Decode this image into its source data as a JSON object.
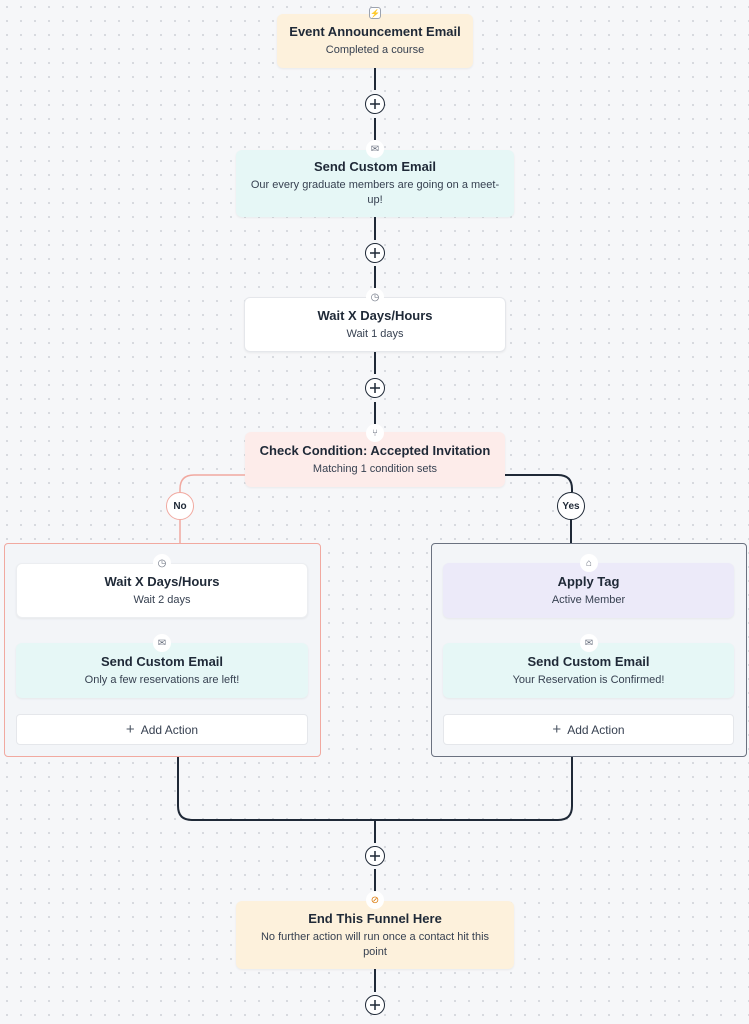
{
  "nodes": {
    "trigger": {
      "title": "Event Announcement Email",
      "subtitle": "Completed a course",
      "icon": "lightning-icon"
    },
    "email1": {
      "title": "Send Custom Email",
      "subtitle": "Our every graduate members are going on a meet-up!",
      "icon": "email-icon"
    },
    "wait1": {
      "title": "Wait X Days/Hours",
      "subtitle": "Wait 1 days",
      "icon": "clock-icon"
    },
    "condition": {
      "title": "Check Condition: Accepted Invitation",
      "subtitle": "Matching 1 condition sets",
      "icon": "branch-icon"
    },
    "end": {
      "title": "End This Funnel Here",
      "subtitle": "No further action will run once a contact hit this point",
      "icon": "stop-icon"
    }
  },
  "branches": {
    "no": {
      "label": "No",
      "color": "#f1a9a0",
      "wait": {
        "title": "Wait X Days/Hours",
        "subtitle": "Wait 2 days"
      },
      "email": {
        "title": "Send Custom Email",
        "subtitle": "Only a few reservations are left!"
      },
      "add_action": "Add Action"
    },
    "yes": {
      "label": "Yes",
      "color": "#1f2937",
      "tag": {
        "title": "Apply Tag",
        "subtitle": "Active Member"
      },
      "email": {
        "title": "Send Custom Email",
        "subtitle": "Your Reservation is Confirmed!"
      },
      "add_action": "Add Action"
    }
  },
  "colors": {
    "yellow": "#fdf1dc",
    "teal": "#e6f7f6",
    "pink": "#fdecea",
    "purple": "#eceaf9",
    "line": "#1f2937"
  }
}
